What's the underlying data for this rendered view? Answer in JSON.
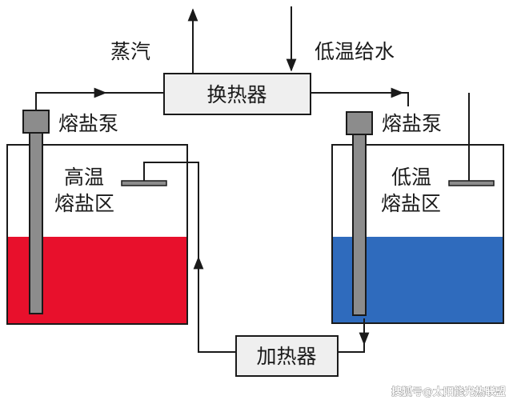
{
  "labels": {
    "steam": "蒸汽",
    "feedwater": "低温给水",
    "heat_exchanger": "换热器",
    "pump_left": "熔盐泵",
    "pump_right": "熔盐泵",
    "hot_zone_line1": "高温",
    "hot_zone_line2": "熔盐区",
    "cold_zone_line1": "低温",
    "cold_zone_line2": "熔盐区",
    "heater": "加热器"
  },
  "watermark": "搜狐号@太阳能光热联盟",
  "colors": {
    "hot_salt": "#e8102c",
    "cold_salt": "#2f6bbd",
    "pump_gray": "#8c8c8c",
    "box_fill": "#efefef",
    "line": "#1a1a1a"
  }
}
